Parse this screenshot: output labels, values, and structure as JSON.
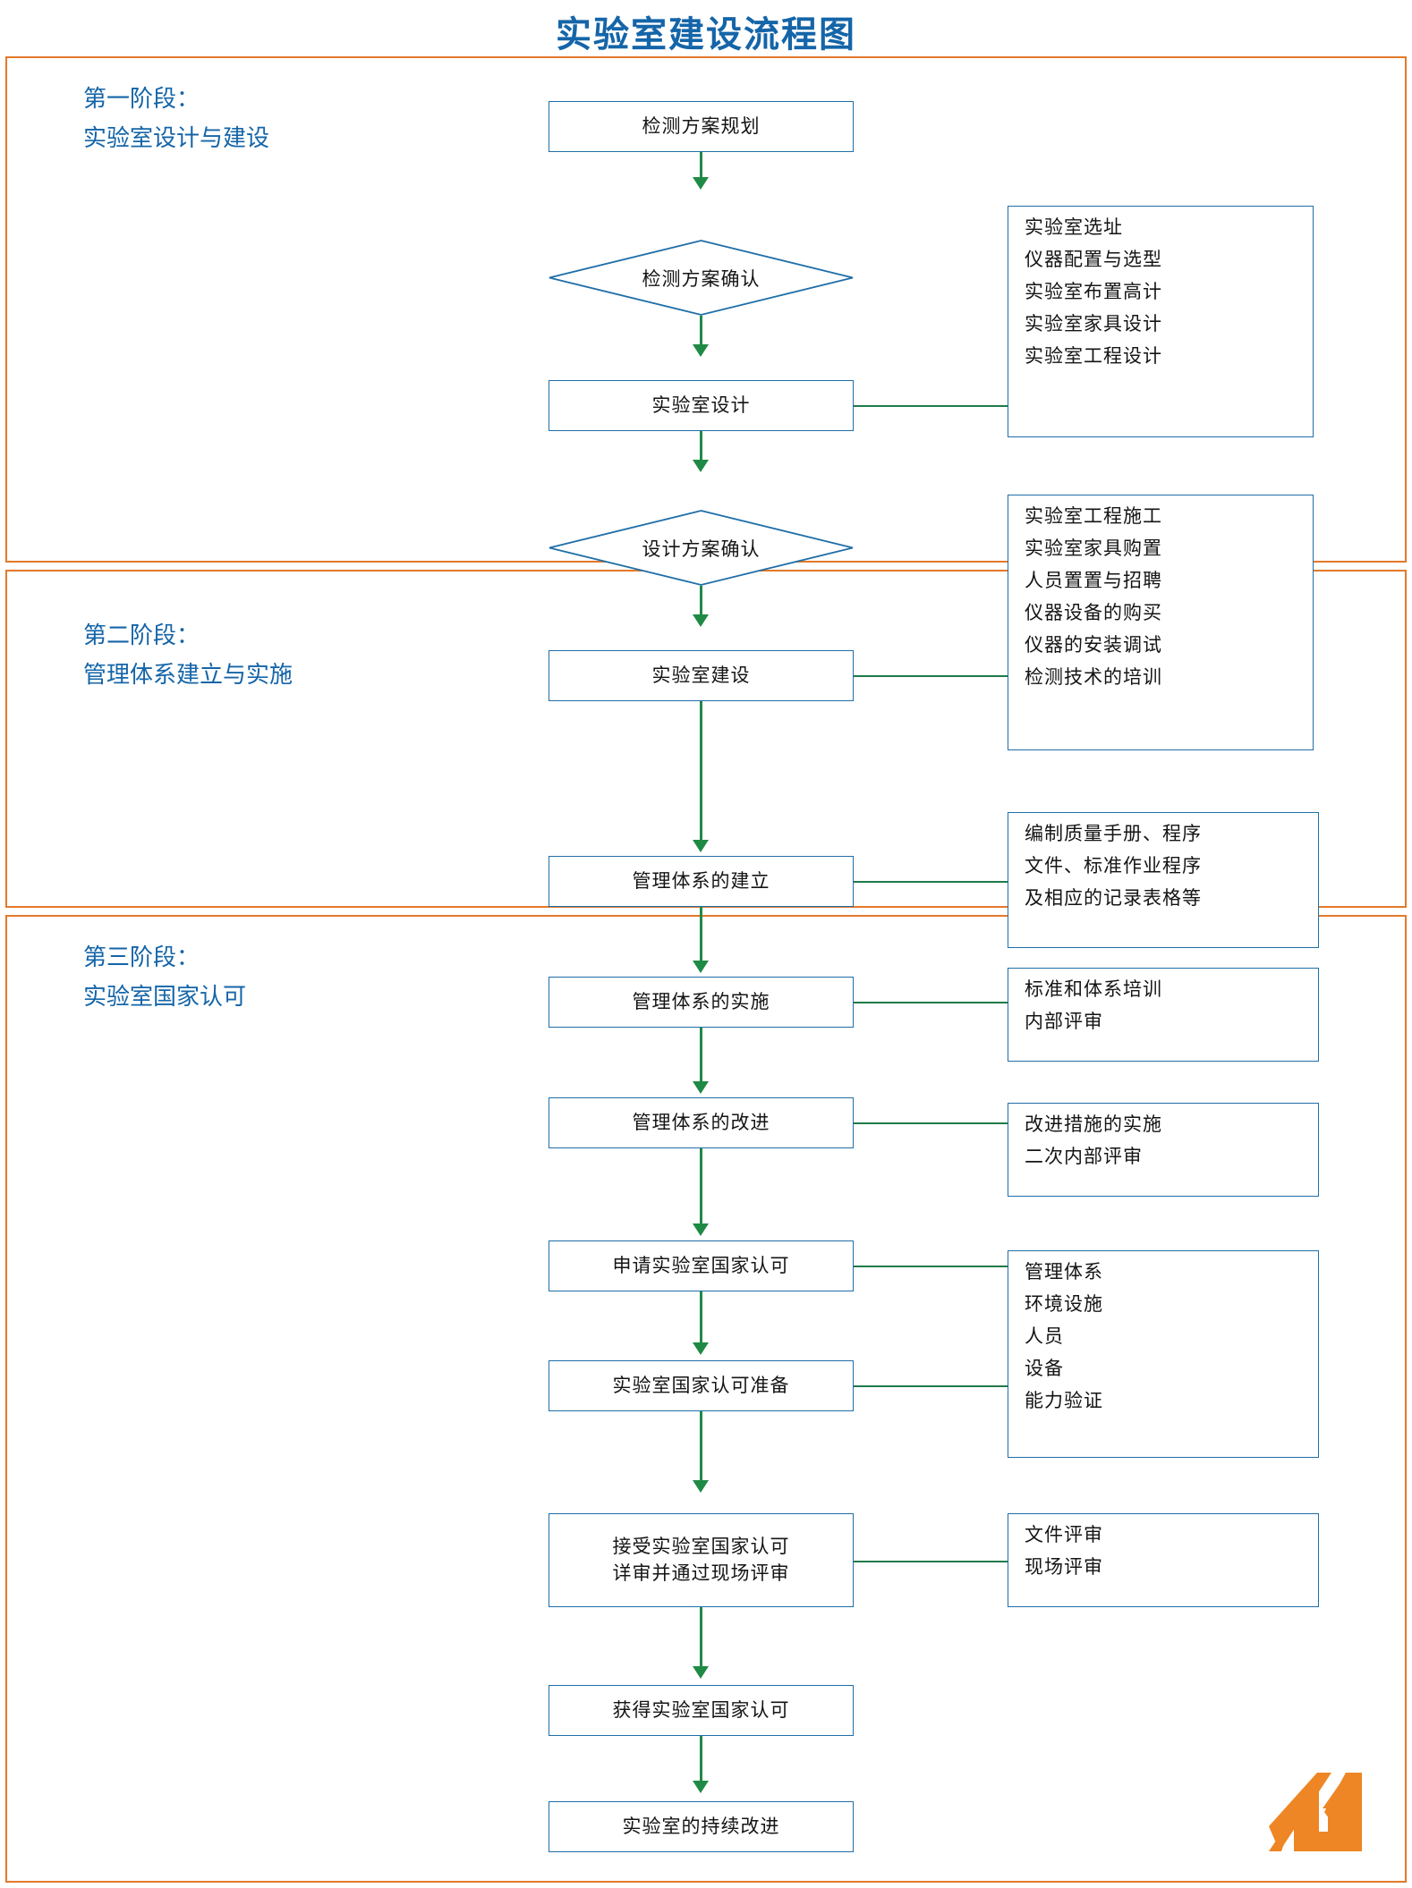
{
  "title": "实验室建设流程图",
  "colors": {
    "title": "#1565A8",
    "stage_frame": "#E3792A",
    "node_border": "#1F6EA8",
    "connector": "#1F8A45",
    "logo": "#EE8625"
  },
  "stages": [
    {
      "id": "stage-1",
      "label_line1": "第一阶段：",
      "label_line2": "实验室设计与建设"
    },
    {
      "id": "stage-2",
      "label_line1": "第二阶段：",
      "label_line2": "管理体系建立与实施"
    },
    {
      "id": "stage-3",
      "label_line1": "第三阶段：",
      "label_line2": "实验室国家认可"
    }
  ],
  "nodes": {
    "n1": "检测方案规划",
    "n2": "检测方案确认",
    "n3": "实验室设计",
    "n4": "设计方案确认",
    "n5": "实验室建设",
    "n6": "管理体系的建立",
    "n7": "管理体系的实施",
    "n8": "管理体系的改进",
    "n9": "申请实验室国家认可",
    "n10": "实验室国家认可准备",
    "n11_line1": "接受实验室国家认可",
    "n11_line2": "详审并通过现场评审",
    "n12": "获得实验室国家认可",
    "n13": "实验室的持续改进"
  },
  "notes": {
    "note1": {
      "lines": [
        "实验室选址",
        "仪器配置与选型",
        "实验室布置高计",
        "实验室家具设计",
        "实验室工程设计"
      ]
    },
    "note2": {
      "lines": [
        "实验室工程施工",
        "实验室家具购置",
        "人员置置与招聘",
        "仪器设备的购买",
        "仪器的安装调试",
        "检测技术的培训"
      ]
    },
    "note3": {
      "lines": [
        "编制质量手册、程序",
        "文件、标准作业程序",
        "及相应的记录表格等"
      ]
    },
    "note4": {
      "lines": [
        "标准和体系培训",
        "内部评审"
      ]
    },
    "note5": {
      "lines": [
        "改进措施的实施",
        "二次内部评审"
      ]
    },
    "note6": {
      "lines": [
        "管理体系",
        "环境设施",
        "人员",
        "设备",
        "能力验证"
      ]
    },
    "note7": {
      "lines": [
        "文件评审",
        "现场评审"
      ]
    }
  }
}
